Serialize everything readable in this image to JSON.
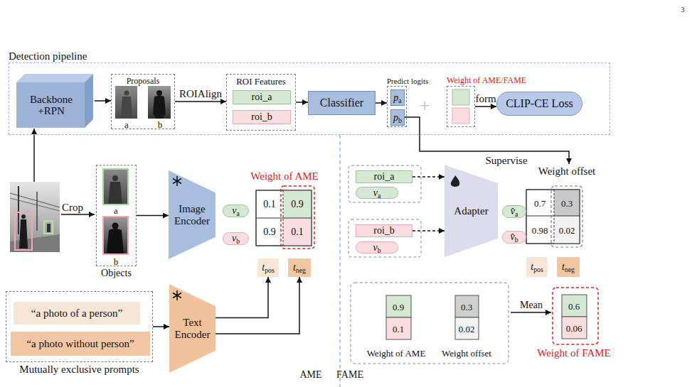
{
  "diagram": {
    "nodes": [
      {
        "text": [
          "Detection pipeline"
        ]
      },
      {
        "text": [
          "Backbone +RPN"
        ],
        "in": 0
      },
      {
        "text": [
          "Proposals"
        ],
        "in": 0
      },
      {
        "text": [
          "ROI Features"
        ],
        "in": 0
      },
      {
        "text": [
          "roi_a"
        ],
        "in": 3
      },
      {
        "text": [
          "roi_b"
        ],
        "in": 3
      },
      {
        "text": [
          "Classifier"
        ],
        "in": 0
      },
      {
        "text": [
          "Predict logits"
        ],
        "in": 0
      },
      {
        "text": [
          "pa"
        ],
        "in": 7
      },
      {
        "text": [
          "pb"
        ],
        "in": 7
      },
      {
        "text": [
          "Weight of AME/FAME"
        ],
        "in": 0
      },
      {
        "text": [
          "CLIP-CE Loss"
        ],
        "in": 0
      },
      {
        "text": [
          "Objects"
        ]
      },
      {
        "text": [
          "Image Encoder"
        ]
      },
      {
        "text": [
          "va"
        ]
      },
      {
        "text": [
          "vb"
        ]
      },
      {
        "text": [
          "tpos"
        ]
      },
      {
        "text": [
          "tneg"
        ]
      },
      {
        "text": [
          "Mutually exclusive prompts"
        ]
      },
      {
        "text": [
          "“a photo of a person”"
        ],
        "in": 18
      },
      {
        "text": [
          "“a photo without person”"
        ],
        "in": 18
      },
      {
        "text": [
          "Text Encoder"
        ]
      },
      {
        "text": [
          "roi_a"
        ]
      },
      {
        "text": [
          "va"
        ]
      },
      {
        "text": [
          "roi_b"
        ]
      },
      {
        "text": [
          "vb"
        ]
      },
      {
        "text": [
          "Adapter"
        ]
      },
      {
        "text": [
          "v̂a"
        ]
      },
      {
        "text": [
          "v̂b"
        ]
      },
      {
        "text": [
          "tpos"
        ]
      },
      {
        "text": [
          "tneg"
        ]
      }
    ],
    "edges": [
      {
        "from": 1,
        "to": 2,
        "arrow": "to"
      },
      {
        "from": 2,
        "to": 3,
        "arrow": "to",
        "label": "ROIAlign"
      },
      {
        "from": 3,
        "to": 6,
        "arrow": "to"
      },
      {
        "from": 6,
        "to": 7,
        "arrow": "to"
      },
      {
        "from": 10,
        "to": 11,
        "arrow": "to",
        "label": "form"
      },
      {
        "from": 12,
        "to": 13,
        "arrow": "to"
      },
      {
        "from": 18,
        "to": 21,
        "arrow": "to"
      },
      {
        "from": 21,
        "to": 16,
        "arrow": "to"
      },
      {
        "from": 21,
        "to": 17,
        "arrow": "to"
      },
      {
        "from": 22,
        "to": 26,
        "arrow": "to"
      },
      {
        "from": 24,
        "to": 26,
        "arrow": "to"
      }
    ],
    "labels": [
      "3",
      "a",
      "b",
      "Crop",
      "a",
      "b",
      "Weight of AME",
      "0.1",
      "0.9",
      "0.9",
      "0.1",
      "+",
      "Supervise",
      "Weight offset",
      "0.7",
      "0.3",
      "0.98",
      "0.02",
      "0.9",
      "0.1",
      "0.3",
      "0.02",
      "Weight of AME",
      "Weight offset",
      "Mean",
      "0.6",
      "0.06",
      "Weight of FAME",
      "AME",
      "FAME"
    ]
  }
}
